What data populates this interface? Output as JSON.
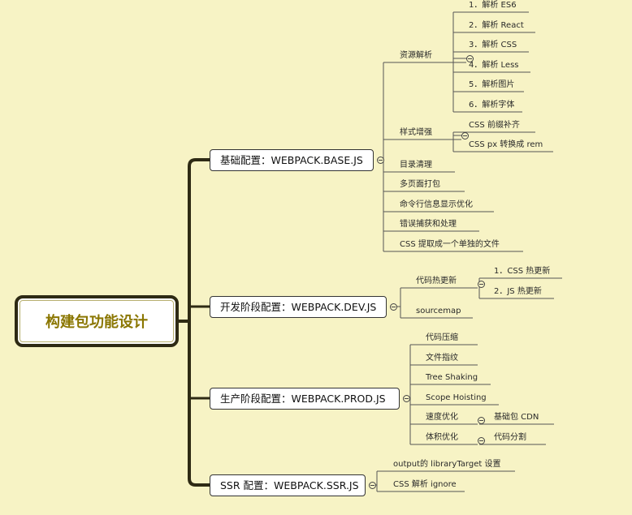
{
  "root": "构建包功能设计",
  "branches": [
    {
      "label": "基础配置：WEBPACK.BASE.JS",
      "children": [
        {
          "label": "资源解析",
          "children": [
            "1．解析 ES6",
            "2．解析 React",
            "3．解析 CSS",
            "4．解析 Less",
            "5．解析图片",
            "6．解析字体"
          ]
        },
        {
          "label": "样式增强",
          "children": [
            "CSS 前缀补齐",
            "CSS px 转换成 rem"
          ]
        },
        {
          "label": "目录清理",
          "children": []
        },
        {
          "label": "多页面打包",
          "children": []
        },
        {
          "label": "命令行信息显示优化",
          "children": []
        },
        {
          "label": "错误捕获和处理",
          "children": []
        },
        {
          "label": "CSS 提取成一个单独的文件",
          "children": []
        }
      ]
    },
    {
      "label": "开发阶段配置：WEBPACK.DEV.JS",
      "children": [
        {
          "label": "代码热更新",
          "children": [
            "1．CSS 热更新",
            "2．JS 热更新"
          ]
        },
        {
          "label": "sourcemap",
          "children": []
        }
      ]
    },
    {
      "label": "生产阶段配置：WEBPACK.PROD.JS",
      "children": [
        {
          "label": "代码压缩",
          "children": []
        },
        {
          "label": "文件指纹",
          "children": []
        },
        {
          "label": "Tree Shaking",
          "children": []
        },
        {
          "label": "Scope Hoisting",
          "children": []
        },
        {
          "label": "速度优化",
          "children": [
            "基础包 CDN"
          ]
        },
        {
          "label": "体积优化",
          "children": [
            "代码分割"
          ]
        }
      ]
    },
    {
      "label": "SSR 配置：WEBPACK.SSR.JS",
      "children": [
        {
          "label": "output的 libraryTarget 设置",
          "children": []
        },
        {
          "label": "CSS 解析 ignore",
          "children": []
        }
      ]
    }
  ]
}
